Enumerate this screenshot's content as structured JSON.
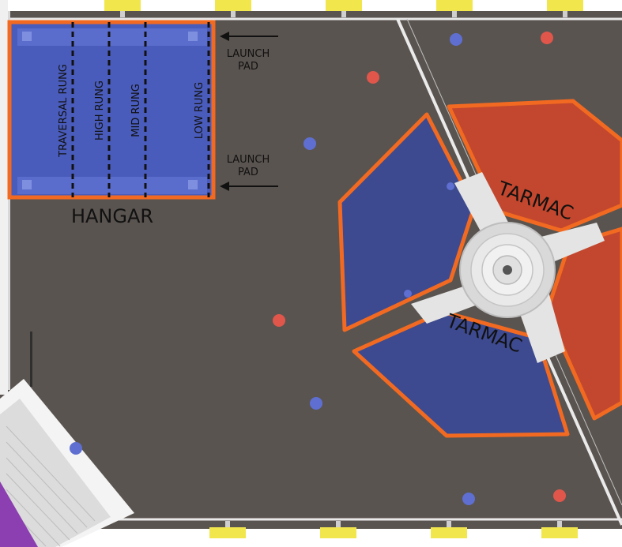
{
  "colors": {
    "carpet": "#5a5450",
    "blue_zone": "#3d4a8f",
    "red_zone": "#c2472e",
    "outline": "#f26a21",
    "blue_ball": "#5e6fd1",
    "red_ball": "#e0564b",
    "station": "#f2e64d",
    "hub": "#e4e4e4",
    "hangar": "#4a5cbb",
    "purple": "#8b3fb0"
  },
  "hangar": {
    "title": "HANGAR",
    "rungs": [
      "TRAVERSAL RUNG",
      "HIGH RUNG",
      "MID RUNG",
      "LOW RUNG"
    ]
  },
  "launch_pads": [
    "LAUNCH PAD",
    "LAUNCH PAD"
  ],
  "tarmacs": [
    "TARMAC",
    "TARMAC"
  ],
  "cargo": {
    "blue_count": 7,
    "red_count": 4
  },
  "stations": {
    "top_count": 5,
    "bottom_count": 4
  }
}
